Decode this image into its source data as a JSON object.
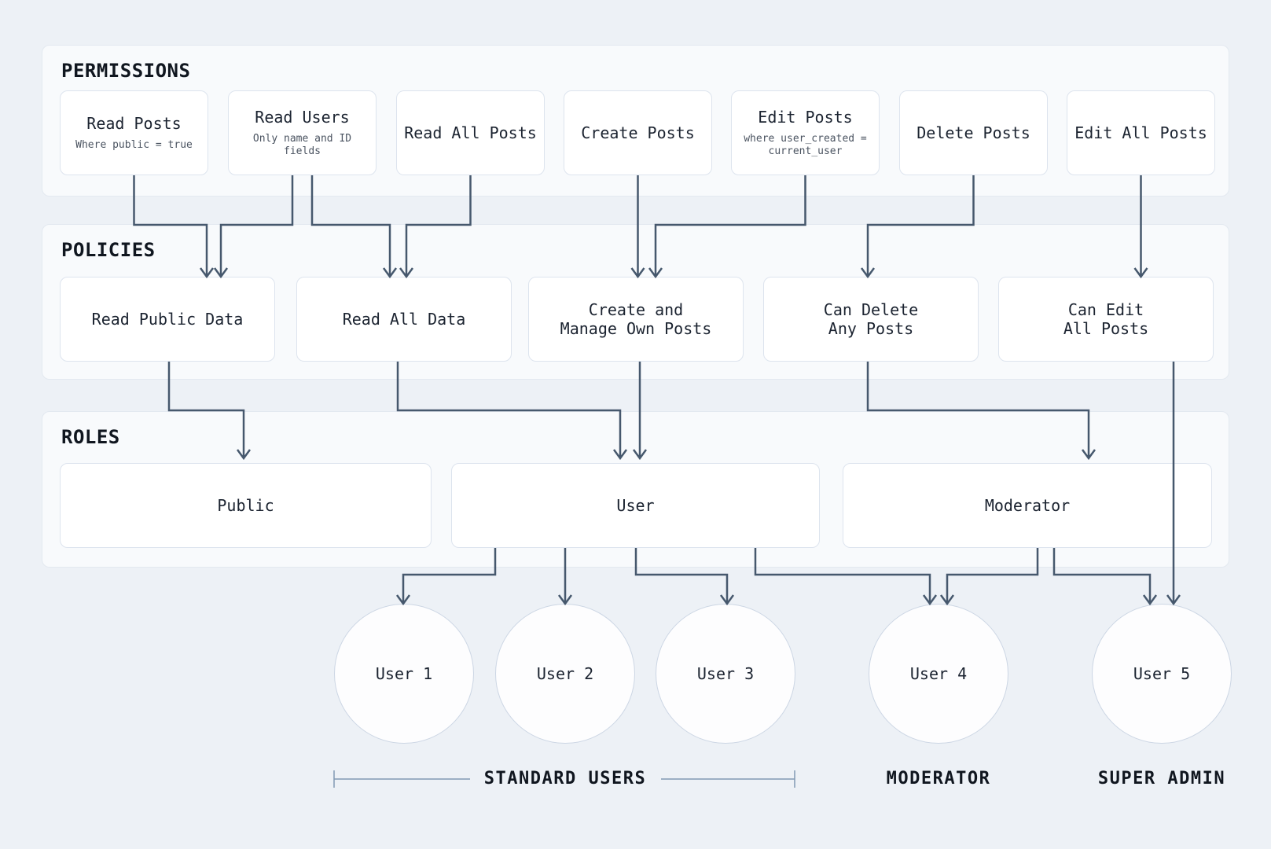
{
  "diagram": {
    "sections": {
      "permissions": {
        "title": "PERMISSIONS",
        "boxes": [
          {
            "id": "read-posts",
            "label": "Read Posts",
            "sublabel": "Where public = true"
          },
          {
            "id": "read-users",
            "label": "Read Users",
            "sublabel": "Only name and ID fields"
          },
          {
            "id": "read-all-posts",
            "label": "Read All Posts"
          },
          {
            "id": "create-posts",
            "label": "Create Posts"
          },
          {
            "id": "edit-posts",
            "label": "Edit Posts",
            "sublabel": "where user_created =\ncurrent_user"
          },
          {
            "id": "delete-posts",
            "label": "Delete Posts"
          },
          {
            "id": "edit-all-posts",
            "label": "Edit All Posts"
          }
        ]
      },
      "policies": {
        "title": "POLICIES",
        "boxes": [
          {
            "id": "read-public-data",
            "label": "Read Public Data"
          },
          {
            "id": "read-all-data",
            "label": "Read All Data"
          },
          {
            "id": "create-and-manage-own-posts",
            "label": "Create and\nManage Own Posts"
          },
          {
            "id": "can-delete-any-posts",
            "label": "Can Delete\nAny Posts"
          },
          {
            "id": "can-edit-all-posts",
            "label": "Can Edit\nAll Posts"
          }
        ]
      },
      "roles": {
        "title": "ROLES",
        "boxes": [
          {
            "id": "public",
            "label": "Public"
          },
          {
            "id": "user",
            "label": "User"
          },
          {
            "id": "moderator",
            "label": "Moderator"
          }
        ]
      }
    },
    "users": [
      {
        "id": "user-1",
        "label": "User 1"
      },
      {
        "id": "user-2",
        "label": "User 2"
      },
      {
        "id": "user-3",
        "label": "User 3"
      },
      {
        "id": "user-4",
        "label": "User 4"
      },
      {
        "id": "user-5",
        "label": "User 5"
      }
    ],
    "footer_labels": [
      {
        "label": "STANDARD USERS"
      },
      {
        "label": "MODERATOR"
      },
      {
        "label": "SUPER ADMIN"
      }
    ],
    "edges": [
      {
        "from": "read-posts",
        "to": "read-public-data"
      },
      {
        "from": "read-users",
        "to": "read-public-data"
      },
      {
        "from": "read-users",
        "to": "read-all-data"
      },
      {
        "from": "read-all-posts",
        "to": "read-all-data"
      },
      {
        "from": "create-posts",
        "to": "create-and-manage-own-posts"
      },
      {
        "from": "edit-posts",
        "to": "create-and-manage-own-posts"
      },
      {
        "from": "delete-posts",
        "to": "can-delete-any-posts"
      },
      {
        "from": "edit-all-posts",
        "to": "can-edit-all-posts"
      },
      {
        "from": "read-public-data",
        "to": "public"
      },
      {
        "from": "read-all-data",
        "to": "user"
      },
      {
        "from": "create-and-manage-own-posts",
        "to": "user"
      },
      {
        "from": "can-delete-any-posts",
        "to": "moderator"
      },
      {
        "from": "can-edit-all-posts",
        "to": "user-5"
      },
      {
        "from": "user",
        "to": "user-1"
      },
      {
        "from": "user",
        "to": "user-2"
      },
      {
        "from": "user",
        "to": "user-3"
      },
      {
        "from": "user",
        "to": "user-4"
      },
      {
        "from": "moderator",
        "to": "user-4"
      },
      {
        "from": "moderator",
        "to": "user-5"
      }
    ],
    "colors": {
      "page_bg": "#edf1f6",
      "panel_bg": "#f8fafc",
      "panel_border": "#e3e9f0",
      "node_bg": "#ffffff",
      "node_border": "#dde4ee",
      "arrow": "#46586d",
      "bracket": "#8299b3",
      "text_primary": "#10161f",
      "text_secondary": "#4a5360"
    }
  }
}
